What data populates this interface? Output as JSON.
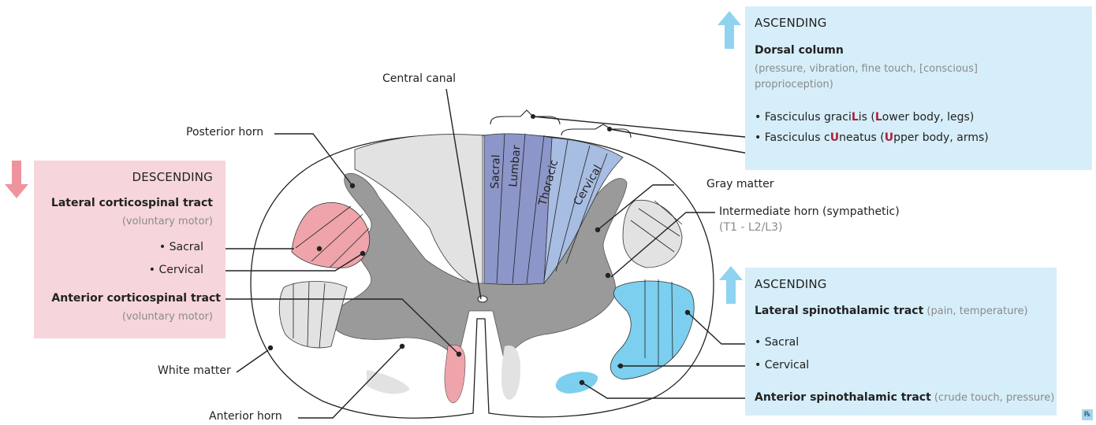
{
  "labels": {
    "central_canal": "Central canal",
    "posterior_horn": "Posterior horn",
    "gray_matter": "Gray matter",
    "intermediate_horn": "Intermediate horn (sympathetic)",
    "intermediate_horn_sub": "(T1 - L2/L3)",
    "white_matter": "White matter",
    "anterior_horn": "Anterior horn"
  },
  "segments": [
    "Sacral",
    "Lumbar",
    "Thoracic",
    "Cervical"
  ],
  "ascending_top": {
    "header": "ASCENDING",
    "tract": "Dorsal column",
    "sub_line1": "(pressure, vibration, fine touch, [conscious]",
    "sub_line2": "proprioception)",
    "gracilis": {
      "bullet": "• ",
      "p1": "Fasciculus graci",
      "hl1": "L",
      "p2": "is (",
      "hl2": "L",
      "p3": "ower body, legs)"
    },
    "cuneatus": {
      "bullet": "• ",
      "p1": "Fasciculus c",
      "hl1": "U",
      "p2": "neatus (",
      "hl2": "U",
      "p3": "pper body, arms)"
    }
  },
  "descending": {
    "header": "DESCENDING",
    "tract1": "Lateral corticospinal tract",
    "tract1_sub": "(voluntary motor)",
    "sacral": "• Sacral",
    "cervical": "• Cervical",
    "tract2": "Anterior corticospinal tract",
    "tract2_sub": "(voluntary motor)"
  },
  "ascending_bottom": {
    "header": "ASCENDING",
    "tract1": "Lateral spinothalamic tract",
    "tract1_sub": " (pain, temperature)",
    "sacral": "• Sacral",
    "cervical": "• Cervical",
    "tract2": "Anterior spinothalamic tract",
    "tract2_sub": " (crude touch, pressure)"
  },
  "logo": "℞",
  "colors": {
    "gray_matter": "#9a9a9a",
    "white_tract": "#e2e2e2",
    "descending": "#eea4aa",
    "ascending": "#7ccfee",
    "dorsal_dark": "#8c96c9",
    "dorsal_light": "#a8bde2"
  }
}
